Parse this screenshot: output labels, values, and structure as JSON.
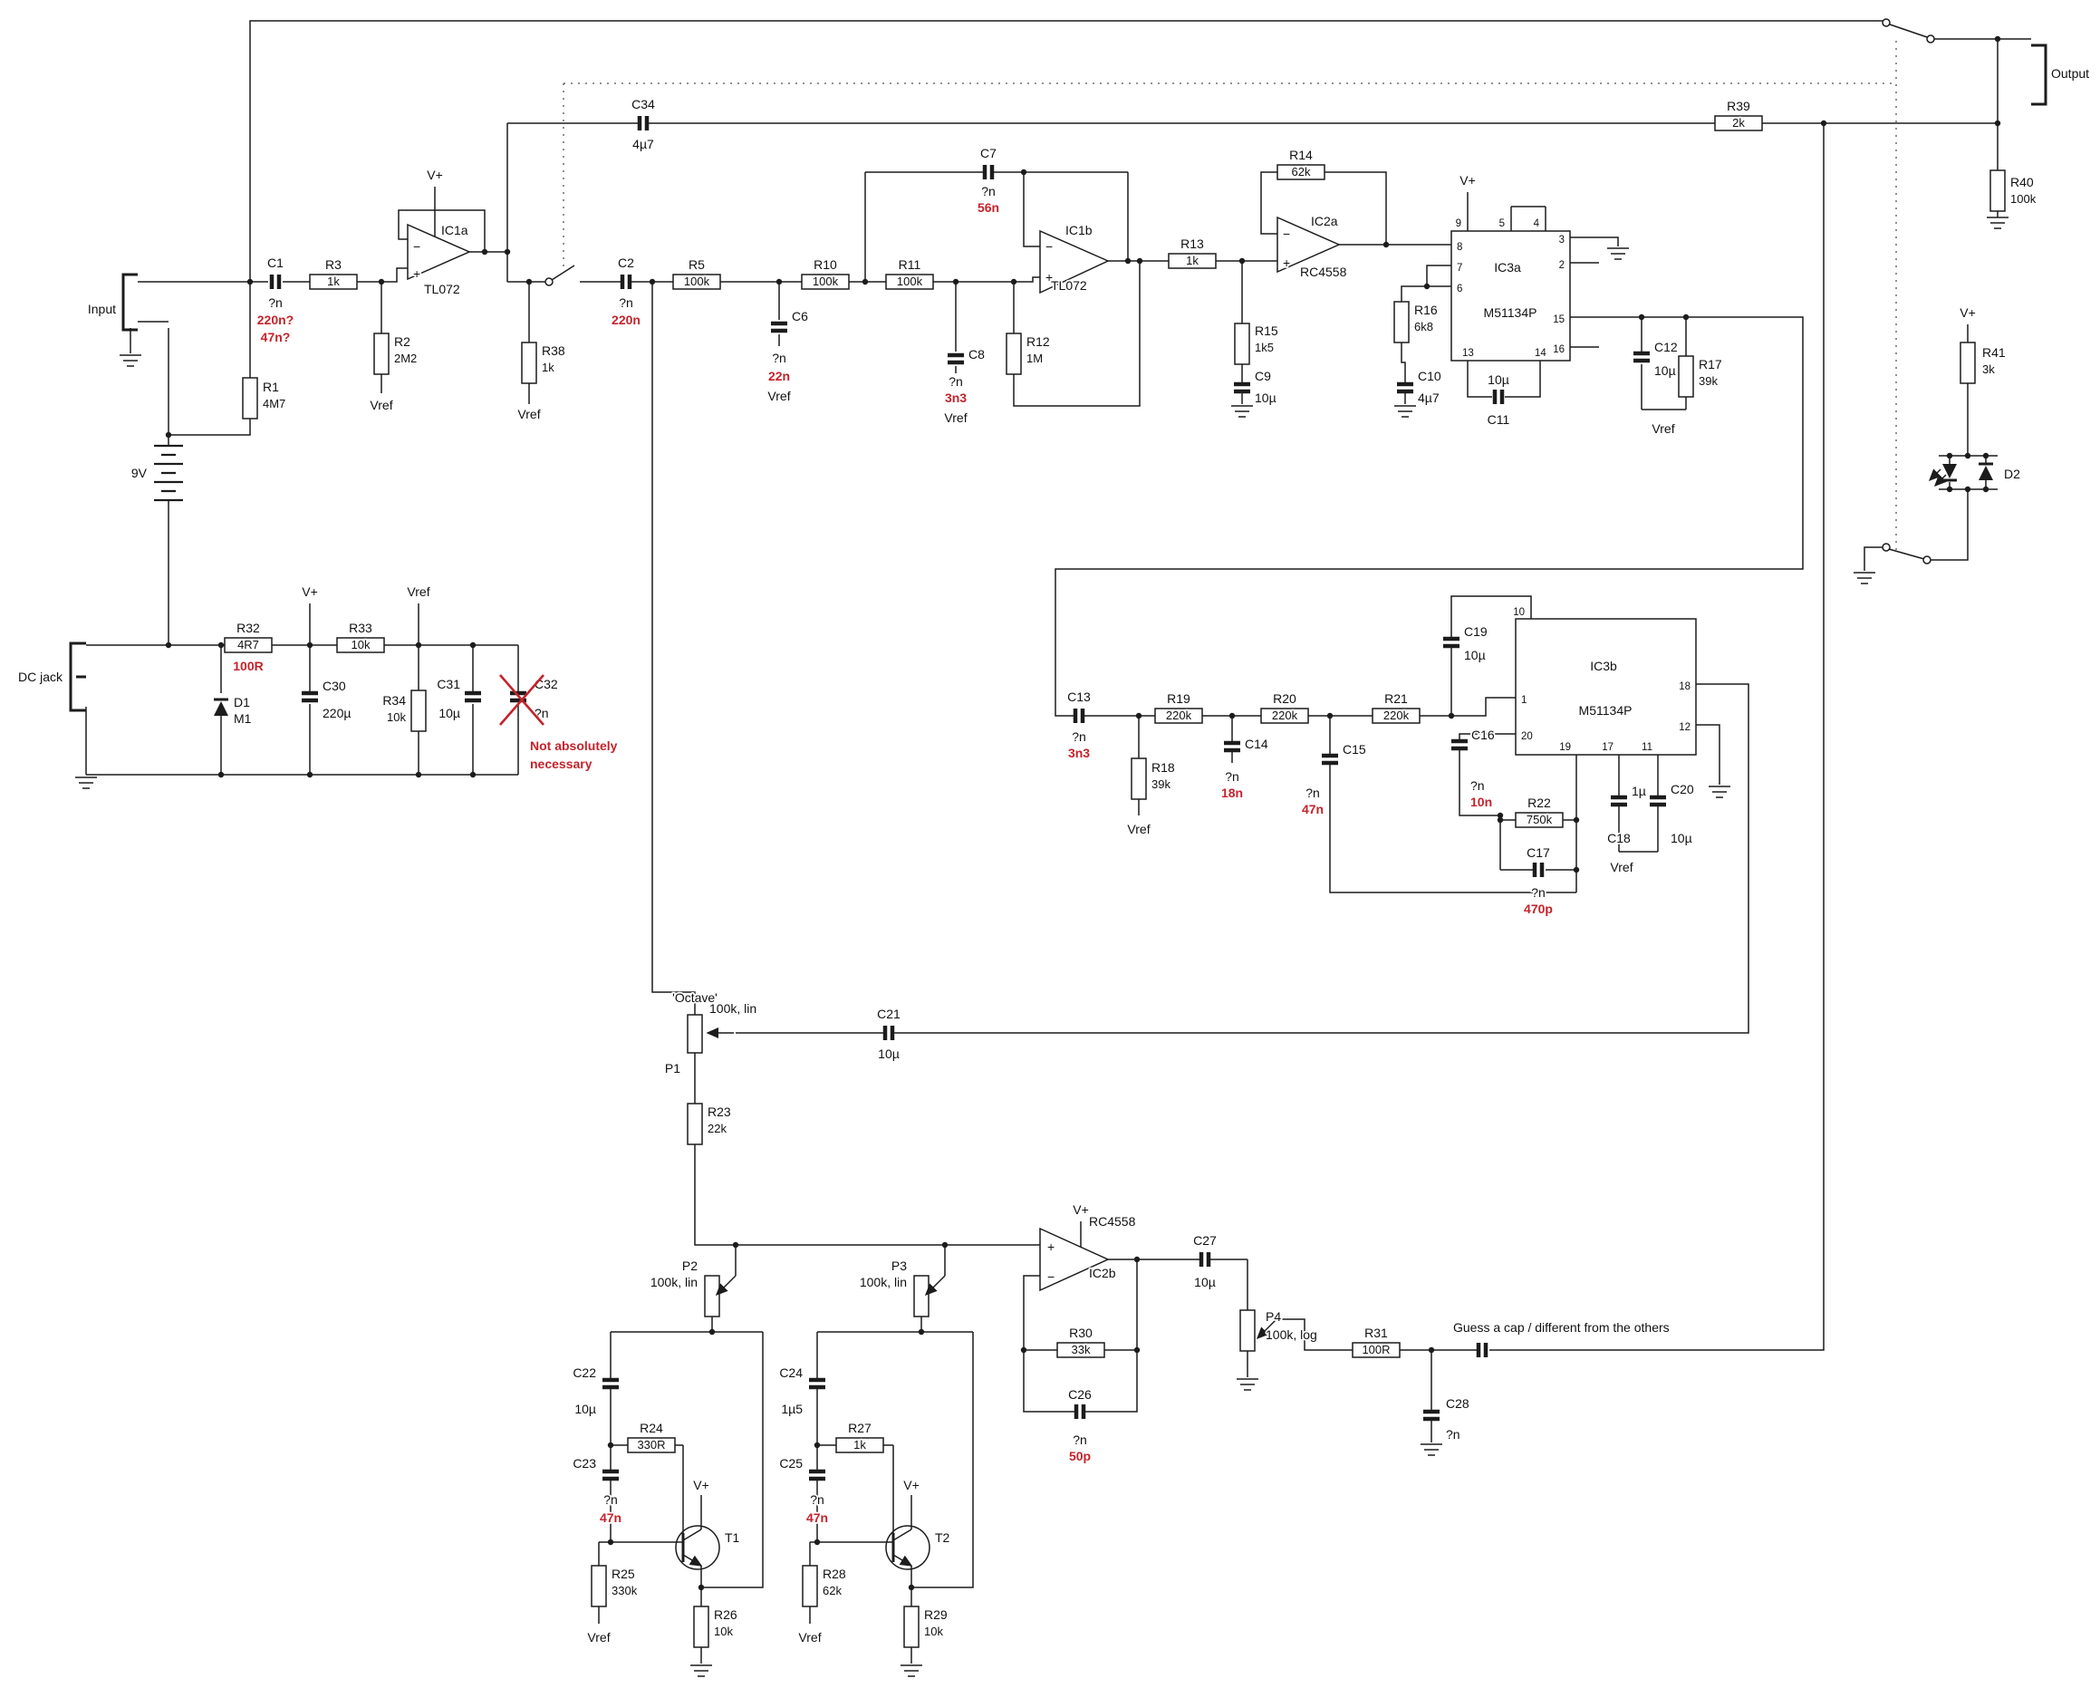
{
  "misc": {
    "input": "Input",
    "output": "Output",
    "dc_jack": "DC jack",
    "battery": "9V",
    "vplus": "V+",
    "vref": "Vref",
    "minus": "−",
    "plus": "+",
    "cap_note": "Guess a cap / different from the others"
  },
  "ic": {
    "ic1a": {
      "n": "IC1a",
      "v": "TL072"
    },
    "ic1b": {
      "n": "IC1b",
      "v": "TL072"
    },
    "ic2a": {
      "n": "IC2a",
      "v": "RC4558"
    },
    "ic2b": {
      "n": "IC2b",
      "v": "RC4558"
    },
    "ic3a": {
      "n": "IC3a",
      "v": "M51134P"
    },
    "ic3b": {
      "n": "IC3b",
      "v": "M51134P"
    }
  },
  "r": {
    "r1": {
      "n": "R1",
      "v": "4M7"
    },
    "r2": {
      "n": "R2",
      "v": "2M2"
    },
    "r3": {
      "n": "R3",
      "v": "1k"
    },
    "r5": {
      "n": "R5",
      "v": "100k"
    },
    "r10": {
      "n": "R10",
      "v": "100k"
    },
    "r11": {
      "n": "R11",
      "v": "100k"
    },
    "r12": {
      "n": "R12",
      "v": "1M"
    },
    "r13": {
      "n": "R13",
      "v": "1k"
    },
    "r14": {
      "n": "R14",
      "v": "62k"
    },
    "r15": {
      "n": "R15",
      "v": "1k5"
    },
    "r16": {
      "n": "R16",
      "v": "6k8"
    },
    "r17": {
      "n": "R17",
      "v": "39k"
    },
    "r18": {
      "n": "R18",
      "v": "39k"
    },
    "r19": {
      "n": "R19",
      "v": "220k"
    },
    "r20": {
      "n": "R20",
      "v": "220k"
    },
    "r21": {
      "n": "R21",
      "v": "220k"
    },
    "r22": {
      "n": "R22",
      "v": "750k"
    },
    "r23": {
      "n": "R23",
      "v": "22k"
    },
    "r24": {
      "n": "R24",
      "v": "330R"
    },
    "r25": {
      "n": "R25",
      "v": "330k"
    },
    "r26": {
      "n": "R26",
      "v": "10k"
    },
    "r27": {
      "n": "R27",
      "v": "1k"
    },
    "r28": {
      "n": "R28",
      "v": "62k"
    },
    "r29": {
      "n": "R29",
      "v": "10k"
    },
    "r30": {
      "n": "R30",
      "v": "33k"
    },
    "r31": {
      "n": "R31",
      "v": "100R"
    },
    "r32": {
      "n": "R32",
      "v": "4R7"
    },
    "r33": {
      "n": "R33",
      "v": "10k"
    },
    "r34": {
      "n": "R34",
      "v": "10k"
    },
    "r38": {
      "n": "R38",
      "v": "1k"
    },
    "r39": {
      "n": "R39",
      "v": "2k"
    },
    "r40": {
      "n": "R40",
      "v": "100k"
    },
    "r41": {
      "n": "R41",
      "v": "3k"
    }
  },
  "c": {
    "c1": {
      "n": "C1",
      "v": "?n"
    },
    "c2": {
      "n": "C2",
      "v": "?n"
    },
    "c6": {
      "n": "C6",
      "v": "?n"
    },
    "c7": {
      "n": "C7",
      "v": "?n"
    },
    "c8": {
      "n": "C8",
      "v": "?n"
    },
    "c9": {
      "n": "C9",
      "v": "10µ"
    },
    "c10": {
      "n": "C10",
      "v": "4µ7"
    },
    "c11": {
      "n": "C11",
      "v": "10µ"
    },
    "c12": {
      "n": "C12",
      "v": "10µ"
    },
    "c13": {
      "n": "C13",
      "v": "?n"
    },
    "c14": {
      "n": "C14",
      "v": "?n"
    },
    "c15": {
      "n": "C15",
      "v": "?n"
    },
    "c16": {
      "n": "C16",
      "v": "?n"
    },
    "c17": {
      "n": "C17",
      "v": "?n"
    },
    "c18": {
      "n": "C18",
      "v": "1µ"
    },
    "c19": {
      "n": "C19",
      "v": "10µ"
    },
    "c20": {
      "n": "C20",
      "v": "10µ"
    },
    "c21": {
      "n": "C21",
      "v": "10µ"
    },
    "c22": {
      "n": "C22",
      "v": "10µ"
    },
    "c23": {
      "n": "C23",
      "v": "?n"
    },
    "c24": {
      "n": "C24",
      "v": "1µ5"
    },
    "c25": {
      "n": "C25",
      "v": "?n"
    },
    "c26": {
      "n": "C26",
      "v": "?n"
    },
    "c27": {
      "n": "C27",
      "v": "10µ"
    },
    "c28": {
      "n": "C28",
      "v": "?n"
    },
    "c30": {
      "n": "C30",
      "v": "220µ"
    },
    "c31": {
      "n": "C31",
      "v": "10µ"
    },
    "c32": {
      "n": "C32",
      "v": "?n"
    },
    "c34": {
      "n": "C34",
      "v": "4µ7"
    }
  },
  "red": {
    "c1a": "220n?",
    "c1b": "47n?",
    "c2": "220n",
    "c6": "22n",
    "c7": "56n",
    "c8": "3n3",
    "r32": "100R",
    "c13": "3n3",
    "c14": "18n",
    "c15": "47n",
    "c16": "10n",
    "c17": "470p",
    "c23": "47n",
    "c25": "47n",
    "c26": "50p",
    "note_line1": "Not absolutely",
    "note_line2": "necessary"
  },
  "t": {
    "t1": "T1",
    "t2": "T2"
  },
  "d": {
    "d1n": "D1",
    "d1v": "M1",
    "d2": "D2"
  },
  "p": {
    "p1": {
      "n": "P1",
      "v": "100k, lin",
      "title": "'Octave'"
    },
    "p2": {
      "n": "P2",
      "v": "100k, lin"
    },
    "p3": {
      "n": "P3",
      "v": "100k, lin"
    },
    "p4": {
      "n": "P4",
      "v": "100k, log"
    }
  },
  "pins3a": {
    "p9": "9",
    "p5": "5",
    "p4": "4",
    "p8": "8",
    "p7": "7",
    "p6": "6",
    "p3": "3",
    "p2": "2",
    "p15": "15",
    "p16": "16",
    "p13": "13",
    "p14": "14"
  },
  "pins3b": {
    "p10": "10",
    "p18": "18",
    "p1": "1",
    "p20": "20",
    "p12": "12",
    "p19": "19",
    "p17": "17",
    "p11": "11"
  }
}
